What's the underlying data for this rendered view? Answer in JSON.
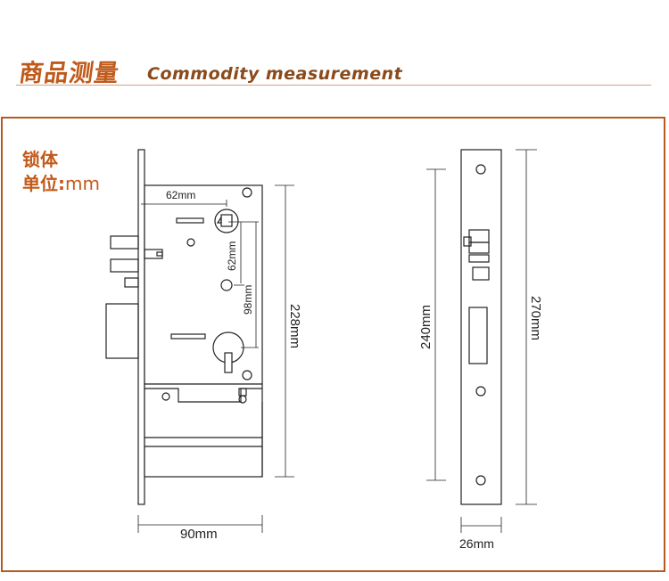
{
  "header": {
    "title_cn": "商品测量",
    "title_en": "Commodity measurement"
  },
  "panel": {
    "lock_label": "锁体",
    "unit_prefix": "单位:",
    "unit_value": "mm"
  },
  "dimensions": {
    "backset": "62mm",
    "center_distance_small": "62mm",
    "center_distance_large": "98mm",
    "case_height": "228mm",
    "case_width": "90mm",
    "faceplate_inner": "240mm",
    "faceplate_height": "270mm",
    "faceplate_width": "26mm"
  },
  "colors": {
    "accent": "#c25a1a",
    "border": "#b65a22",
    "line": "#222222"
  }
}
